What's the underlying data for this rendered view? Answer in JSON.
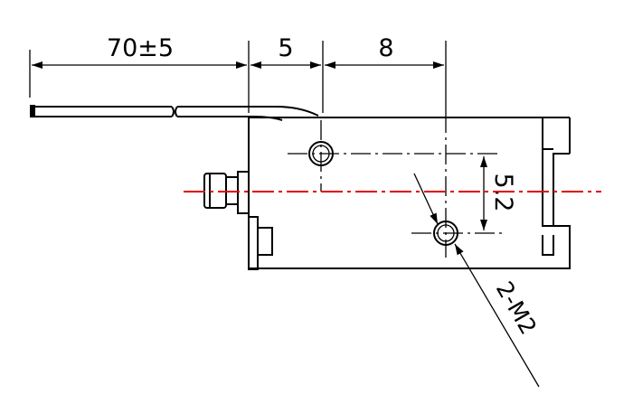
{
  "drawing": {
    "dimensions": {
      "lead_length": "70±5",
      "offset_a": "5",
      "offset_b": "8",
      "hole_spacing": "5.2"
    },
    "callout": {
      "thread_spec": "2-M2"
    },
    "colors": {
      "line": "#000000",
      "centerline": "#e00000",
      "background": "#ffffff"
    }
  }
}
